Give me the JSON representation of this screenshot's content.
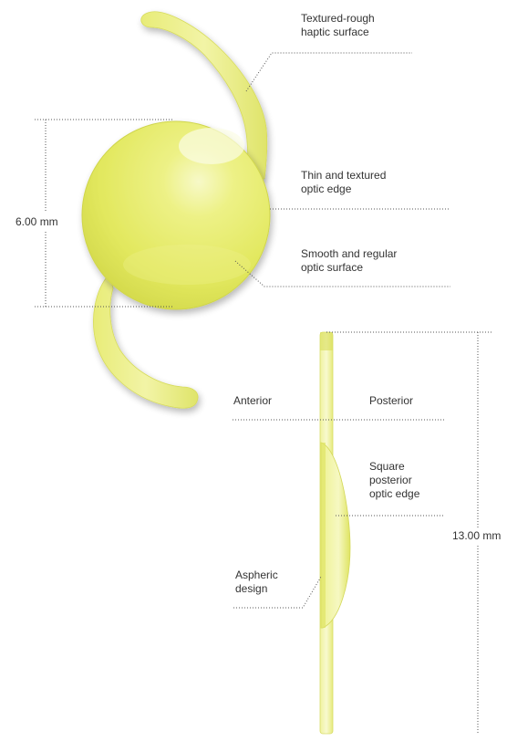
{
  "labels": {
    "haptic_surface": [
      "Textured-rough",
      "haptic surface"
    ],
    "optic_edge": [
      "Thin and textured",
      "optic edge"
    ],
    "optic_surface": [
      "Smooth and regular",
      "optic surface"
    ],
    "anterior": "Anterior",
    "posterior": "Posterior",
    "posterior_edge": [
      "Square",
      "posterior",
      "optic edge"
    ],
    "aspheric": [
      "Aspheric",
      "design"
    ]
  },
  "dimensions": {
    "optic_diameter": "6.00 mm",
    "overall_length": "13.00 mm"
  },
  "colors": {
    "lens_fill": "#e6ec6a",
    "lens_light": "#f3f6a8",
    "lens_dark": "#cdd34a",
    "haptic_fill": "#eef08e",
    "guide_line": "#555555",
    "text": "#333333"
  }
}
